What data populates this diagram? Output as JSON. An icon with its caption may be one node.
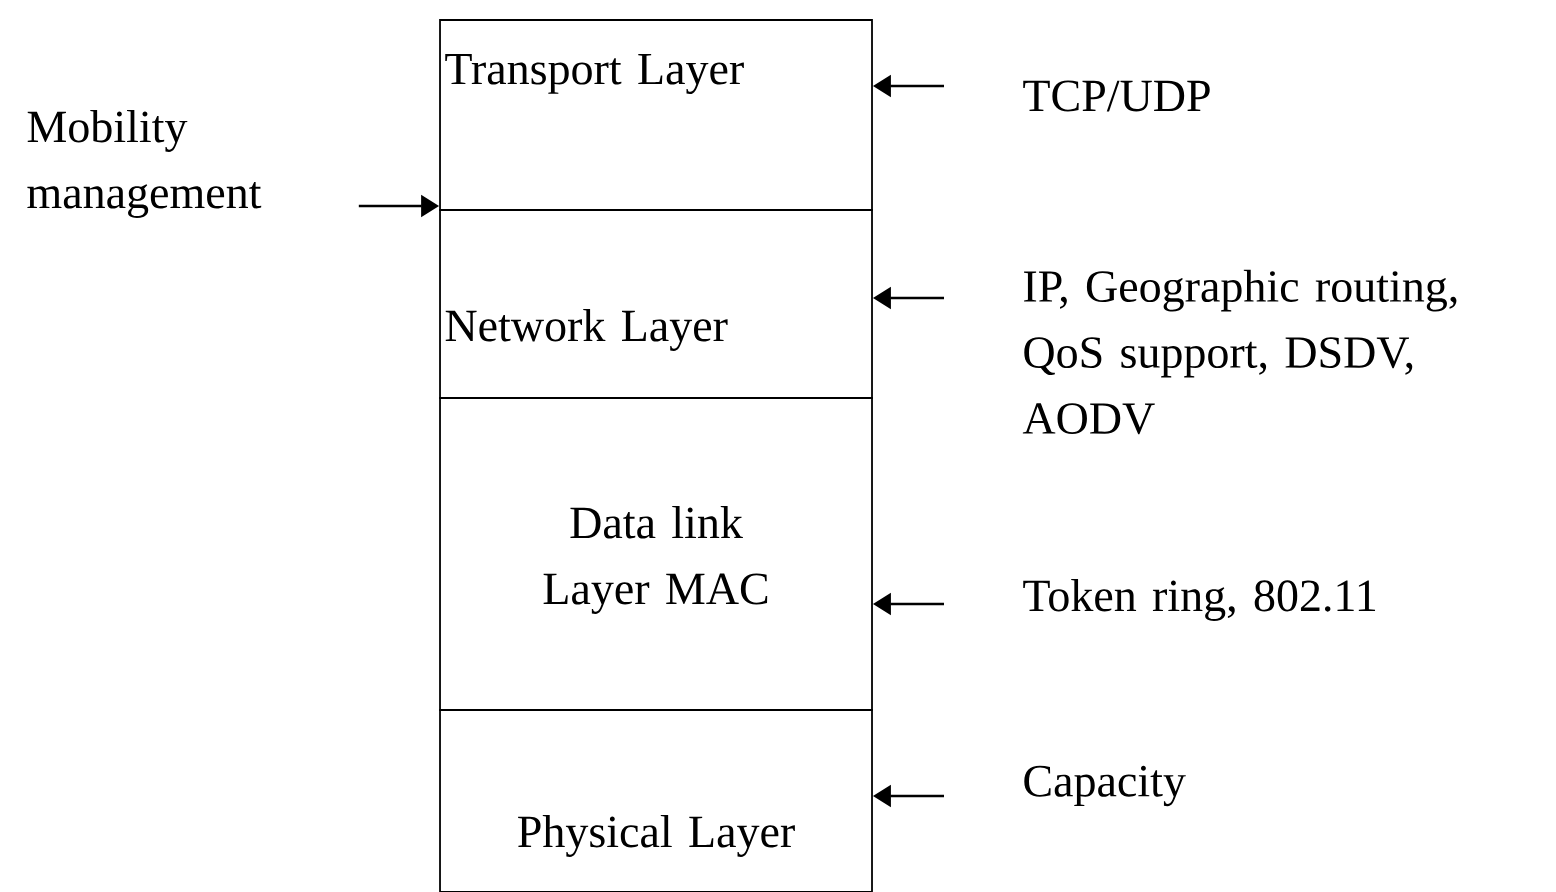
{
  "diagram": {
    "nodes": [
      {
        "text": [
          "Transport Layer"
        ]
      },
      {
        "text": [
          "Network Layer"
        ]
      },
      {
        "text": [
          "Data link Layer MAC"
        ]
      },
      {
        "text": [
          "Physical Layer"
        ]
      },
      {
        "text": [
          "Mobility management"
        ]
      },
      {
        "text": [
          "TCP/UDP"
        ]
      },
      {
        "text": [
          "IP, Geographic routing, QoS support, DSDV, AODV"
        ]
      },
      {
        "text": [
          "Token ring, 802.11"
        ]
      },
      {
        "text": [
          "Capacity"
        ]
      }
    ],
    "edges": [
      {
        "from": 4,
        "to": 0,
        "arrow": "to"
      },
      {
        "from": 5,
        "to": 0,
        "arrow": "to"
      },
      {
        "from": 6,
        "to": 1,
        "arrow": "to"
      },
      {
        "from": 7,
        "to": 2,
        "arrow": "to"
      },
      {
        "from": 8,
        "to": 3,
        "arrow": "to"
      }
    ]
  }
}
